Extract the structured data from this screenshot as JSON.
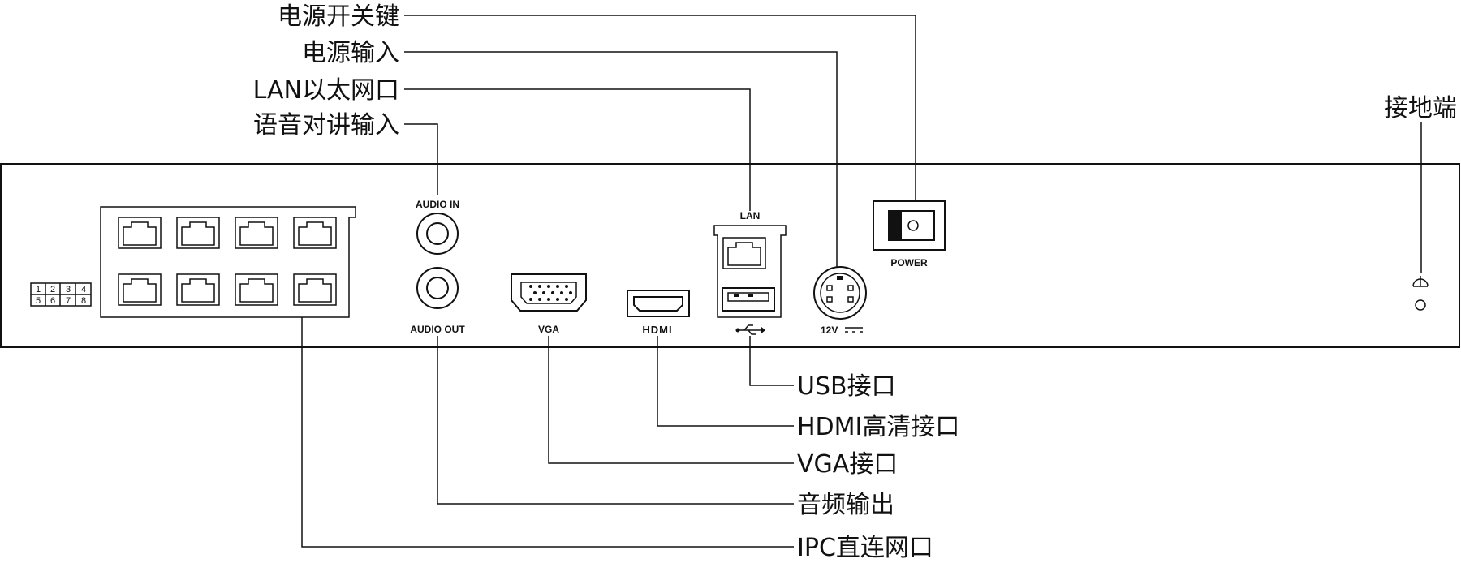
{
  "callouts": {
    "power_switch": "电源开关键",
    "power_input": "电源输入",
    "lan_port": "LAN以太网口",
    "audio_talk_input": "语音对讲输入",
    "ground": "接地端",
    "usb": "USB接口",
    "hdmi": "HDMI高清接口",
    "vga": "VGA接口",
    "audio_output": "音频输出",
    "ipc_ports": "IPC直连网口"
  },
  "panel_labels": {
    "audio_in": "AUDIO IN",
    "audio_out": "AUDIO OUT",
    "vga": "VGA",
    "hdmi": "HDMI",
    "lan": "LAN",
    "dc": "12V",
    "power": "POWER"
  },
  "port_numbers": {
    "top": [
      "1",
      "2",
      "3",
      "4"
    ],
    "bottom": [
      "5",
      "6",
      "7",
      "8"
    ]
  },
  "icons": [
    "rj45-port-icon",
    "audio-jack-icon",
    "vga-connector-icon",
    "hdmi-port-icon",
    "usb-port-icon",
    "usb-symbol-icon",
    "dc-power-jack-icon",
    "rocker-switch-icon",
    "ground-symbol-icon"
  ]
}
